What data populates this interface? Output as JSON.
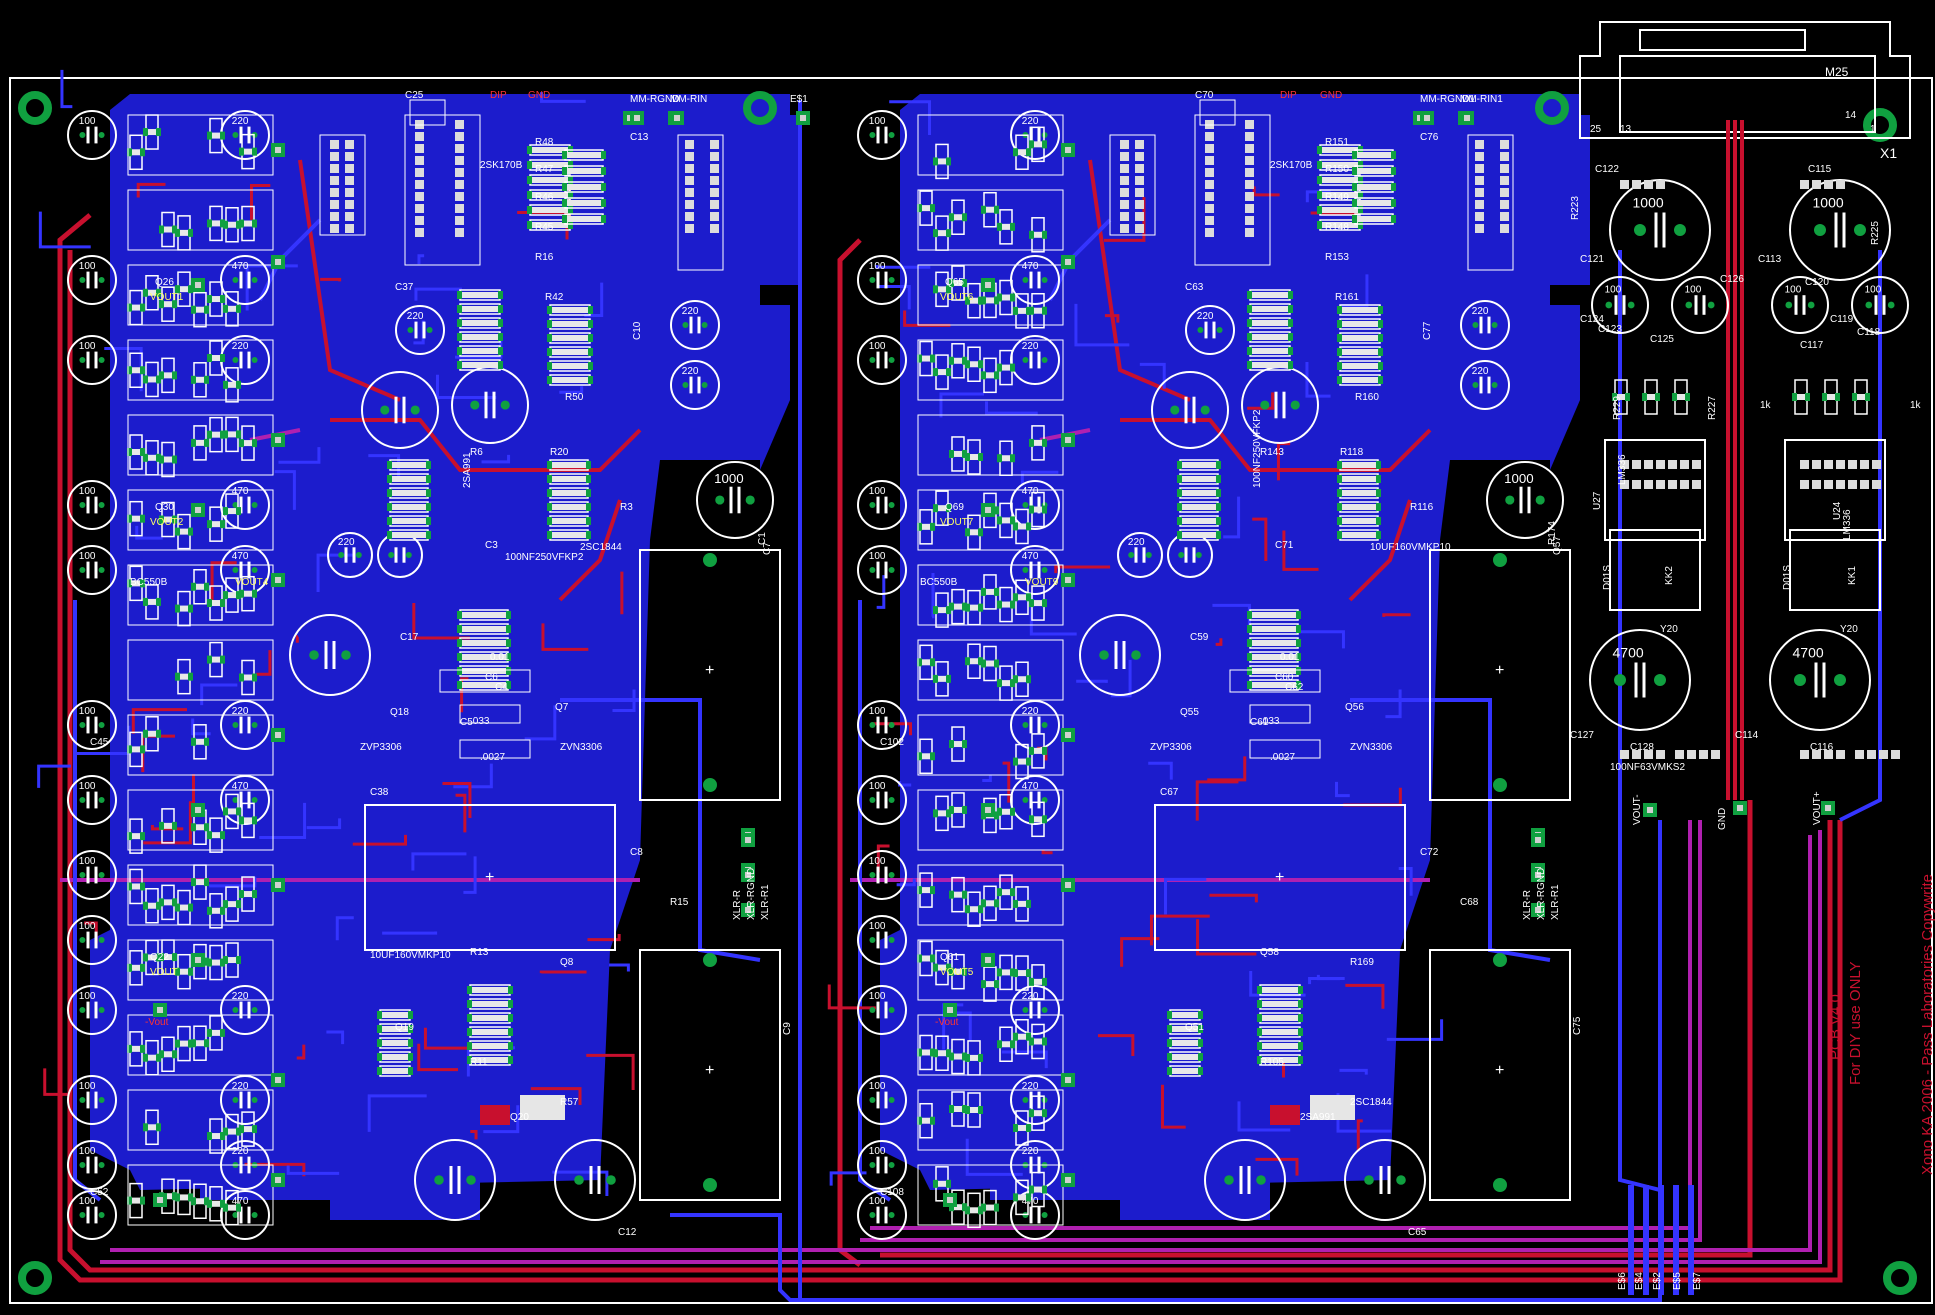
{
  "connector": {
    "name": "M25",
    "ref": "X1",
    "pins": [
      "25",
      "13",
      "14",
      "1"
    ]
  },
  "top_labels": [
    "C25",
    "C70",
    "MM-RGND",
    "MM-RIN",
    "MM-RGND1",
    "MM-RIN1",
    "E$1"
  ],
  "modules": [
    {
      "labels": [
        "Q26",
        "VOUT1",
        "Q30",
        "VOUT2",
        "BC550B",
        "-Vout",
        "VOUT4",
        "Q22",
        "VOUT",
        "C45",
        "C52",
        "2SK170B",
        "R48",
        "R47",
        "R46",
        "R45",
        "R16",
        "C37",
        "R42",
        "R50",
        "R20",
        "R3",
        "R6",
        "C3",
        "C17",
        "C6",
        "C5",
        "C4",
        "Q18",
        "ZVP3306",
        "ZVN3306",
        "Q7",
        "C38",
        "C8",
        "R15",
        "C13",
        "C10",
        "C12",
        "C9",
        "C7",
        "C1",
        "Q8",
        "R13",
        "R11",
        "Q19",
        "R57",
        "Q20",
        "2SC1844",
        "2SA991",
        "10UF160VMKP10",
        "100NF250VFKP2"
      ],
      "values": [
        "100",
        "220",
        "470",
        "1000",
        "0.01",
        ".033",
        ".0027"
      ]
    },
    {
      "labels": [
        "Q65",
        "VOUT6",
        "Q69",
        "VOUT7",
        "BC550B",
        "-Vout",
        "VOUT9",
        "Q61",
        "VOUT5",
        "C102",
        "C108",
        "2SK170B",
        "R151",
        "R150",
        "R149",
        "R148",
        "R153",
        "C63",
        "R161",
        "R160",
        "R118",
        "R116",
        "R143",
        "C71",
        "C59",
        "C60",
        "C61",
        "C62",
        "Q55",
        "ZVP3306",
        "ZVN3306",
        "Q56",
        "C67",
        "C72",
        "C68",
        "C76",
        "C77",
        "C65",
        "C75",
        "Q57",
        "R174",
        "R169",
        "Q58",
        "R105",
        "Q51",
        "2SC1844",
        "2SA991",
        "10UF160VMKP10",
        "100NF250VFKP2"
      ],
      "values": [
        "100",
        "220",
        "470",
        "1000",
        "0.01",
        ".033",
        ".0027"
      ]
    }
  ],
  "psu": {
    "labels": [
      "C122",
      "C115",
      "C121",
      "C113",
      "C124",
      "C123",
      "C126",
      "C120",
      "C119",
      "C118",
      "C117",
      "C125",
      "LM336",
      "LM336",
      "U27",
      "U24",
      "KK2",
      "KK1",
      "D01S",
      "D01S",
      "Y20",
      "Y20",
      "C127",
      "C114",
      "C128",
      "C116",
      "VOUT-",
      "GND",
      "VOUT+",
      "E$6",
      "E$4",
      "E$2",
      "E$5",
      "E$7",
      "1k",
      "1k",
      "R223",
      "R225",
      "R227",
      "R229",
      "100NF63VMKS2"
    ],
    "values": [
      "1000",
      "1000",
      "100",
      "100",
      "100",
      "100",
      "4700",
      "4700"
    ]
  },
  "xlr_labels": [
    "XLR-R",
    "XLR-RGND",
    "XLR-R1"
  ],
  "side_note": [
    "PCB V4.0",
    "For DIY use ONLY",
    "Xono KA 2006 - Pass Laboratories Copywrite"
  ],
  "colors": {
    "background": "#000000",
    "bottom_copper": "#1c1ccc",
    "bottom_trace": "#3434ff",
    "top_trace": "#c8102e",
    "via": "#10a040",
    "silk": "#ffffff",
    "pad": "#d0d0d0",
    "label": "#ffff66",
    "warn": "#ff3333"
  }
}
